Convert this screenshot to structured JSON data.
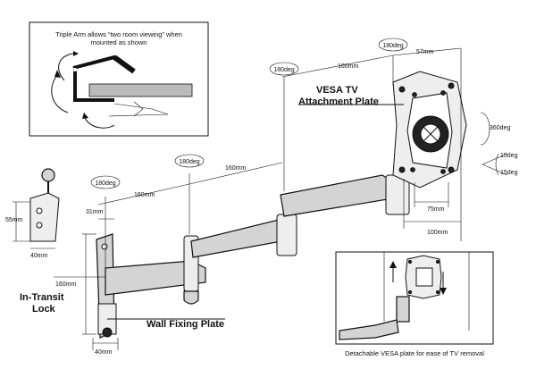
{
  "inset_top": {
    "line1": "Triple Arm allows “two room viewing” when",
    "line2": "mounted as shown"
  },
  "inset_bottom": {
    "caption": "Detachable VESA plate for ease of TV removal"
  },
  "labels": {
    "vesa_line1": "VESA TV",
    "vesa_line2": "Attachment Plate",
    "transit_line1": "In-Transit",
    "transit_line2": "Lock",
    "wall_plate": "Wall Fixing Plate"
  },
  "rotations": {
    "top": "180deg",
    "upper": "180deg",
    "middle": "180deg",
    "lower": "180deg",
    "plate": "360deg",
    "tilt_up": "15deg",
    "tilt_down": "15deg"
  },
  "dimensions": {
    "d_57": "57mm",
    "d_160_top": "160mm",
    "d_160_mid": "160mm",
    "d_160_low": "160mm",
    "d_160_vert": "160mm",
    "d_31": "31mm",
    "d_55": "55mm",
    "d_40_lock": "40mm",
    "d_40_base": "40mm",
    "d_75": "75mm",
    "d_100": "100mm"
  }
}
